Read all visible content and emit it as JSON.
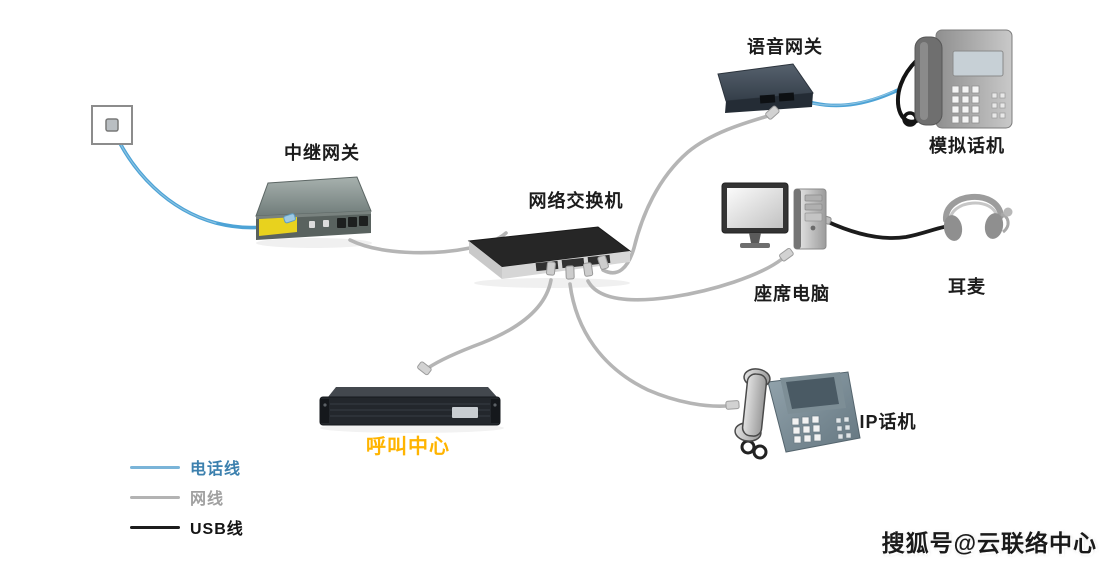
{
  "diagram": {
    "nodes": {
      "voice_gateway": "语音网关",
      "analog_phone": "模拟话机",
      "trunk_gateway": "中继网关",
      "network_switch": "网络交换机",
      "agent_pc": "座席电脑",
      "headset": "耳麦",
      "call_center": "呼叫中心",
      "ip_phone": "IP话机"
    },
    "connections": [
      {
        "from": "wall_jack",
        "to": "trunk_gateway",
        "cable": "电话线"
      },
      {
        "from": "trunk_gateway",
        "to": "network_switch",
        "cable": "网线"
      },
      {
        "from": "network_switch",
        "to": "voice_gateway",
        "cable": "网线"
      },
      {
        "from": "voice_gateway",
        "to": "analog_phone",
        "cable": "电话线"
      },
      {
        "from": "network_switch",
        "to": "agent_pc",
        "cable": "网线"
      },
      {
        "from": "network_switch",
        "to": "call_center",
        "cable": "网线"
      },
      {
        "from": "network_switch",
        "to": "ip_phone",
        "cable": "网线"
      },
      {
        "from": "agent_pc",
        "to": "headset",
        "cable": "USB线"
      }
    ]
  },
  "legend": {
    "items": [
      {
        "label": "电话线",
        "color": "#7ab4d8"
      },
      {
        "label": "网线",
        "color": "#b3b3b3"
      },
      {
        "label": "USB线",
        "color": "#1c1c1c"
      }
    ]
  },
  "colors": {
    "phone_line": "#4da3d6",
    "network_cable": "#b5b5b5",
    "usb_cable": "#1c1c1c",
    "call_center_label": "#ffb400"
  },
  "watermark": "搜狐号@云联络中心"
}
